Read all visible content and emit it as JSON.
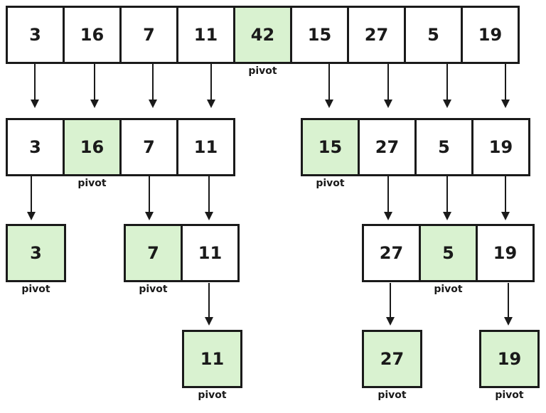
{
  "pivot_label": "pivot",
  "colors": {
    "pivot_fill": "#d9f2d0",
    "cell_fill": "#ffffff",
    "stroke": "#1a1a1a"
  },
  "rows": [
    {
      "id": "row-0",
      "values": [
        "3",
        "16",
        "7",
        "11",
        "42",
        "15",
        "27",
        "5",
        "19"
      ],
      "pivot_index": 4
    },
    {
      "id": "row-1-left",
      "values": [
        "3",
        "16",
        "7",
        "11"
      ],
      "pivot_index": 1
    },
    {
      "id": "row-1-right",
      "values": [
        "15",
        "27",
        "5",
        "19"
      ],
      "pivot_index": 0
    },
    {
      "id": "row-2-a",
      "values": [
        "3"
      ],
      "pivot_index": 0
    },
    {
      "id": "row-2-b",
      "values": [
        "7",
        "11"
      ],
      "pivot_index": 0
    },
    {
      "id": "row-2-c",
      "values": [
        "27",
        "5",
        "19"
      ],
      "pivot_index": 1
    },
    {
      "id": "row-3-a",
      "values": [
        "11"
      ],
      "pivot_index": 0
    },
    {
      "id": "row-3-b",
      "values": [
        "27"
      ],
      "pivot_index": 0
    },
    {
      "id": "row-3-c",
      "values": [
        "19"
      ],
      "pivot_index": 0
    }
  ]
}
